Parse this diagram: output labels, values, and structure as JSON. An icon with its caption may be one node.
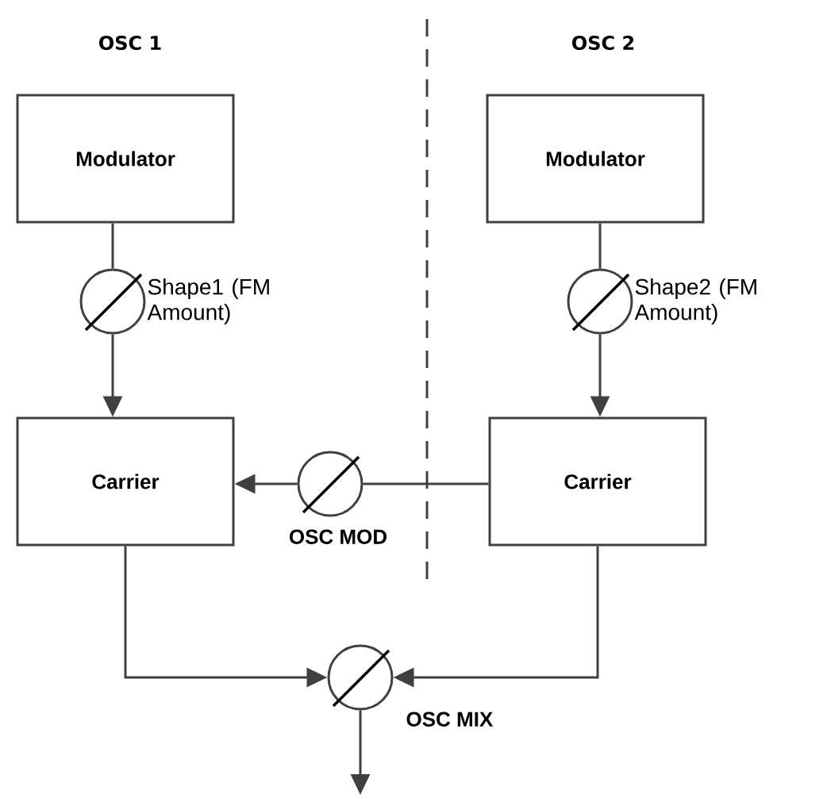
{
  "diagram": {
    "nodes": [
      {
        "text": [
          "Modulator"
        ]
      },
      {
        "text": [
          "Modulator"
        ]
      },
      {
        "text": [],
        "shape": "circle",
        "beside": [
          "Shape1 (FM Amount)"
        ]
      },
      {
        "text": [],
        "shape": "circle",
        "beside": [
          "Shape2 (FM Amount)"
        ]
      },
      {
        "text": [
          "Carrier"
        ]
      },
      {
        "text": [],
        "shape": "circle",
        "beside": [
          "OSC MOD"
        ]
      },
      {
        "text": [
          "Carrier"
        ]
      },
      {
        "text": [],
        "shape": "circle",
        "beside": [
          "OSC MIX"
        ]
      }
    ],
    "edges": [
      {
        "from": 0,
        "to": 2,
        "arrow": "none"
      },
      {
        "from": 2,
        "to": 4,
        "arrow": "to"
      },
      {
        "from": 1,
        "to": 3,
        "arrow": "none"
      },
      {
        "from": 3,
        "to": 6,
        "arrow": "to"
      },
      {
        "from": 6,
        "to": 5,
        "arrow": "none"
      },
      {
        "from": 5,
        "to": 4,
        "arrow": "to"
      },
      {
        "from": 4,
        "to": 7,
        "arrow": "to"
      },
      {
        "from": 6,
        "to": 7,
        "arrow": "to"
      },
      {
        "from": 7,
        "to": null,
        "arrow": "to"
      }
    ],
    "labels": [
      "OSC 1",
      "OSC 2"
    ]
  }
}
